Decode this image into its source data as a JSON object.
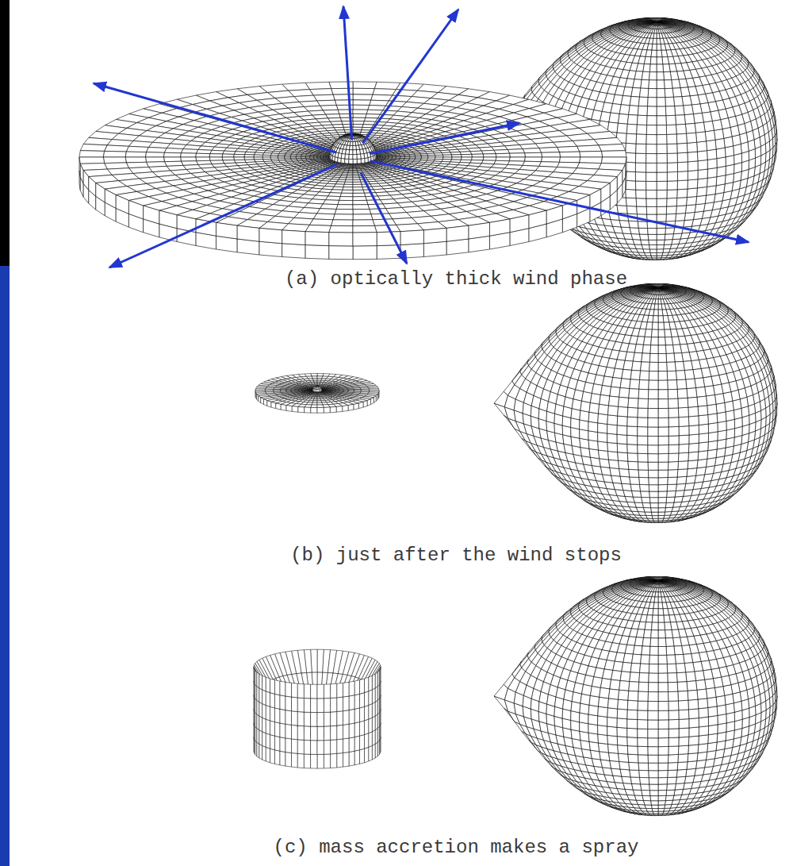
{
  "diagram": {
    "labels": [
      "(a) optically thick wind phase",
      "(b) just after the wind stops",
      "(c) mass accretion makes a spray"
    ]
  }
}
